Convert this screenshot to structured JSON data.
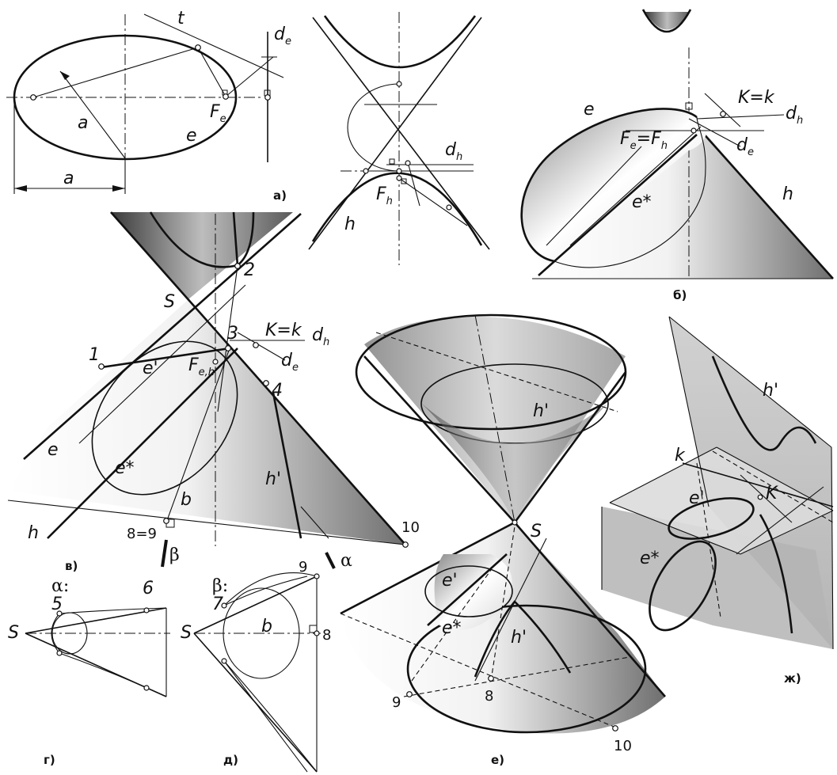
{
  "panels": {
    "a": {
      "caption": "а)",
      "labels": {
        "t": "t",
        "d": "d",
        "d_sub": "e",
        "F": "F",
        "F_sub": "e",
        "a1": "a",
        "e": "e",
        "a2": "a"
      }
    },
    "hyperbola": {
      "labels": {
        "d": "d",
        "d_sub": "h",
        "F": "F",
        "F_sub": "h",
        "h": "h"
      }
    },
    "b": {
      "caption": "б)",
      "labels": {
        "e": "e",
        "Kk": "K=k",
        "d_h": "d",
        "d_h_sub": "h",
        "Fe": "F",
        "Fe_sub": "e",
        "eq": "=",
        "Fh": "F",
        "Fh_sub": "h",
        "d_e": "d",
        "d_e_sub": "e",
        "estar": "e*",
        "h": "h"
      }
    },
    "v": {
      "caption": "в)",
      "labels": {
        "S": "S",
        "p2": "2",
        "p3": "3",
        "Kk": "K=k",
        "d_h": "d",
        "d_h_sub": "h",
        "p1": "1",
        "eprime": "e'",
        "F": "F",
        "F_sub": "e,h",
        "d_e": "d",
        "d_e_sub": "e",
        "p4": "4",
        "e": "e",
        "estar": "e*",
        "hprime": "h'",
        "b": "b",
        "h": "h",
        "p89": "8=9",
        "beta": "β",
        "alpha": "α",
        "p10": "10"
      }
    },
    "g": {
      "caption": "г)",
      "labels": {
        "alpha": "α:",
        "S": "S",
        "p5": "5",
        "p6": "6"
      }
    },
    "d": {
      "caption": "д)",
      "labels": {
        "beta": "β:",
        "S": "S",
        "p7": "7",
        "b": "b",
        "p8": "8",
        "p9": "9"
      }
    },
    "e": {
      "caption": "е)",
      "labels": {
        "hprime1": "h'",
        "S": "S",
        "eprime": "e'",
        "estar": "e*",
        "hprime2": "h'",
        "p8": "8",
        "p9": "9",
        "p10": "10"
      }
    },
    "zh": {
      "caption": "ж)",
      "labels": {
        "hprime": "h'",
        "k": "k",
        "eprime": "e'",
        "K": "K",
        "estar": "e*"
      }
    }
  }
}
